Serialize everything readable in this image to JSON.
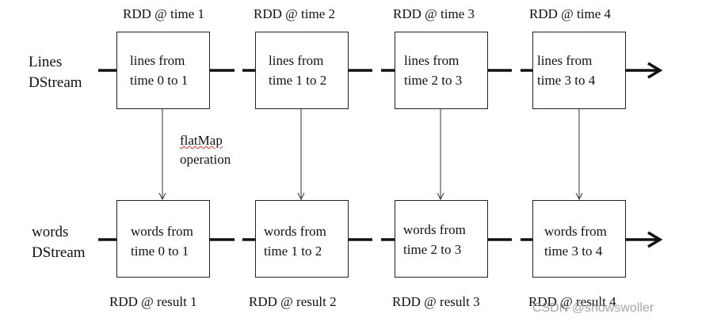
{
  "streams": {
    "lines": {
      "label_line1": "Lines",
      "label_line2": "DStream"
    },
    "words": {
      "label_line1": "words",
      "label_line2": "DStream"
    }
  },
  "top_labels": [
    "RDD @ time 1",
    "RDD @ time 2",
    "RDD @ time 3",
    "RDD @ time 4"
  ],
  "bottom_labels": [
    "RDD @ result 1",
    "RDD @ result 2",
    "RDD @ result 3",
    "RDD @ result 4"
  ],
  "lines_boxes": [
    {
      "line1": "lines from",
      "line2": "time 0 to 1"
    },
    {
      "line1": "lines from",
      "line2": "time 1 to 2"
    },
    {
      "line1": "lines from",
      "line2": "time 2 to 3"
    },
    {
      "line1": "lines from",
      "line2": "time 3 to 4"
    }
  ],
  "words_boxes": [
    {
      "line1": "words from",
      "line2": "time 0 to 1"
    },
    {
      "line1": "words from",
      "line2": "time 1 to 2"
    },
    {
      "line1": "words from",
      "line2": "time 2 to 3"
    },
    {
      "line1": "words from",
      "line2": "time 3 to 4"
    }
  ],
  "operation": {
    "line1": "flatMap",
    "line2": "operation"
  },
  "watermark": "CSDN @showswoller",
  "colors": {
    "line": "#111111",
    "box_border": "#222222",
    "spell_underline": "#d03030"
  }
}
